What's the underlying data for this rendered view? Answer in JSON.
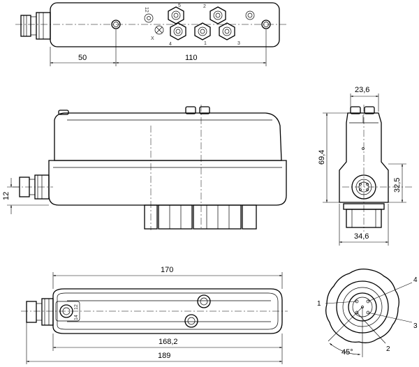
{
  "dimensions": {
    "top_left": "50",
    "top_span": "110",
    "side_height_offset": "12",
    "end_width_top": "23,6",
    "end_height": "69,4",
    "end_connector_height": "32,5",
    "end_width_bottom": "34,6",
    "bottom_overall_top": "170",
    "bottom_inner": "168,2",
    "bottom_overall": "189",
    "pin_angle": "45°"
  },
  "top_view_labels": {
    "port_12": "12",
    "port_5": "5",
    "port_2": "2",
    "port_x": "X",
    "port_4": "4",
    "port_1": "1",
    "port_3": "3"
  },
  "base_labels": {
    "label_14": "14",
    "label_12": "12"
  },
  "pin_callouts": [
    "1",
    "2",
    "3",
    "4"
  ]
}
